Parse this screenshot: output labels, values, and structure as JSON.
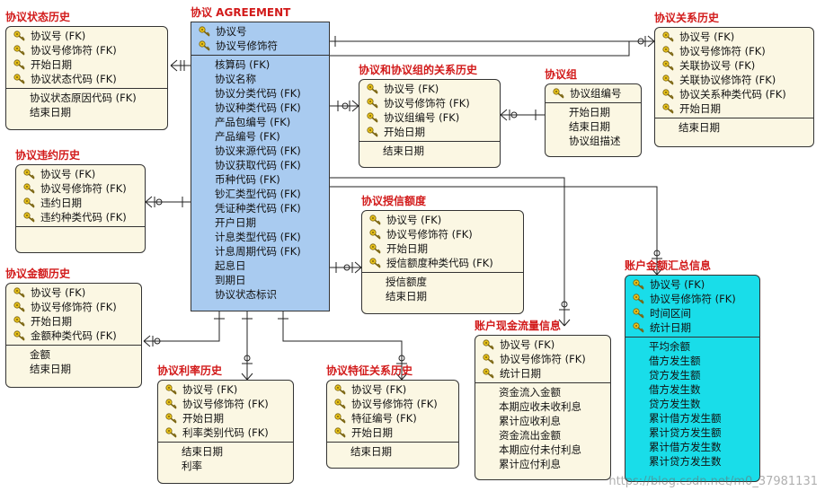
{
  "entities": {
    "status_history": {
      "title": "协议状态历史",
      "keys": [
        "协议号 (FK)",
        "协议号修饰符 (FK)",
        "开始日期",
        "协议状态代码 (FK)"
      ],
      "attrs": [
        "协议状态原因代码 (FK)",
        "结束日期"
      ]
    },
    "default_history": {
      "title": "协议违约历史",
      "keys": [
        "协议号 (FK)",
        "协议号修饰符 (FK)",
        "违约日期",
        "违约种类代码 (FK)"
      ],
      "attrs": []
    },
    "amount_history": {
      "title": "协议金额历史",
      "keys": [
        "协议号 (FK)",
        "协议号修饰符 (FK)",
        "开始日期",
        "金额种类代码 (FK)"
      ],
      "attrs": [
        "金额",
        "结束日期"
      ]
    },
    "agreement": {
      "title": "协议 AGREEMENT",
      "keys": [
        "协议号",
        "协议号修饰符"
      ],
      "attrs": [
        "核算码 (FK)",
        "协议名称",
        "协议分类代码 (FK)",
        "协议种类代码 (FK)",
        "产品包编号 (FK)",
        "产品编号 (FK)",
        "协议来源代码 (FK)",
        "协议获取代码 (FK)",
        "币种代码 (FK)",
        "钞汇类型代码 (FK)",
        "凭证种类代码 (FK)",
        "开户日期",
        "计息类型代码 (FK)",
        "计息周期代码 (FK)",
        "起息日",
        "到期日",
        "协议状态标识"
      ]
    },
    "group_relation": {
      "title": "协议和协议组的关系历史",
      "keys": [
        "协议号 (FK)",
        "协议号修饰符 (FK)",
        "协议组编号 (FK)",
        "开始日期"
      ],
      "attrs": [
        "结束日期"
      ]
    },
    "group": {
      "title": "协议组",
      "keys": [
        "协议组编号"
      ],
      "attrs": [
        "开始日期",
        "结束日期",
        "协议组描述"
      ]
    },
    "relation_history": {
      "title": "协议关系历史",
      "keys": [
        "协议号 (FK)",
        "协议号修饰符 (FK)",
        "关联协议号 (FK)",
        "关联协议修饰符 (FK)",
        "协议关系种类代码 (FK)",
        "开始日期"
      ],
      "attrs": [
        "结束日期"
      ]
    },
    "credit_limit": {
      "title": "协议授信额度",
      "keys": [
        "协议号 (FK)",
        "协议号修饰符 (FK)",
        "开始日期",
        "授信额度种类代码 (FK)"
      ],
      "attrs": [
        "授信额度",
        "结束日期"
      ]
    },
    "rate_history": {
      "title": "协议利率历史",
      "keys": [
        "协议号 (FK)",
        "协议号修饰符 (FK)",
        "开始日期",
        "利率类别代码 (FK)"
      ],
      "attrs": [
        "结束日期",
        "利率"
      ]
    },
    "feature_relation": {
      "title": "协议特征关系历史",
      "keys": [
        "协议号 (FK)",
        "协议号修饰符 (FK)",
        "特征编号 (FK)",
        "开始日期"
      ],
      "attrs": [
        "结束日期"
      ]
    },
    "cash_flow": {
      "title": "账户现金流量信息",
      "keys": [
        "协议号 (FK)",
        "协议号修饰符 (FK)",
        "统计日期"
      ],
      "attrs": [
        "资金流入金额",
        "本期应收未收利息",
        "累计应收利息",
        "资金流出金额",
        "本期应付未付利息",
        "累计应付利息"
      ]
    },
    "balance_summary": {
      "title": "账户金额汇总信息",
      "keys": [
        "协议号 (FK)",
        "协议号修饰符 (FK)",
        "时间区间",
        "统计日期"
      ],
      "attrs": [
        "平均余额",
        "借方发生额",
        "贷方发生额",
        "借方发生数",
        "贷方发生数",
        "累计借方发生额",
        "累计贷方发生额",
        "累计借方发生数",
        "累计贷方发生数"
      ]
    }
  },
  "watermark": "https://blog.csdn.net/m0_37981131",
  "colors": {
    "title": "#d21a1a",
    "entity_fill": "#fbf7e3",
    "agreement_fill": "#a9cbf0",
    "summary_fill": "#19dde9",
    "key_icon": "#e8c21a"
  }
}
